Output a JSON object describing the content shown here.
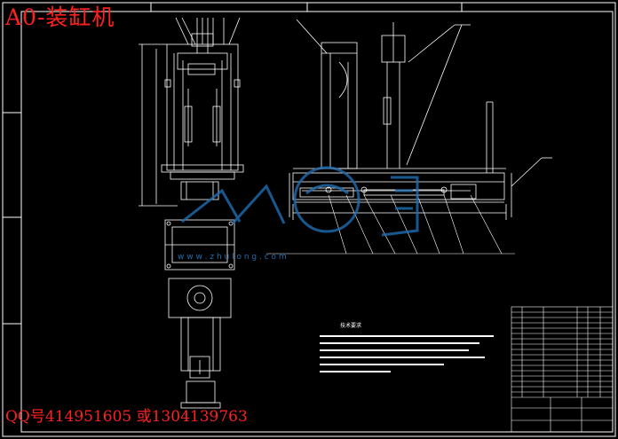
{
  "overlay": {
    "title": "A0-装缸机",
    "contact": "QQ号414951605 或1304139763"
  },
  "watermark": {
    "url": "w w w . z h u l o n g . c o m",
    "color": "#1f6fb3"
  },
  "colors": {
    "background": "#000000",
    "lines": "#ffffff",
    "overlay_text": "#ff2020"
  },
  "notes": {
    "title": "技术要求"
  }
}
